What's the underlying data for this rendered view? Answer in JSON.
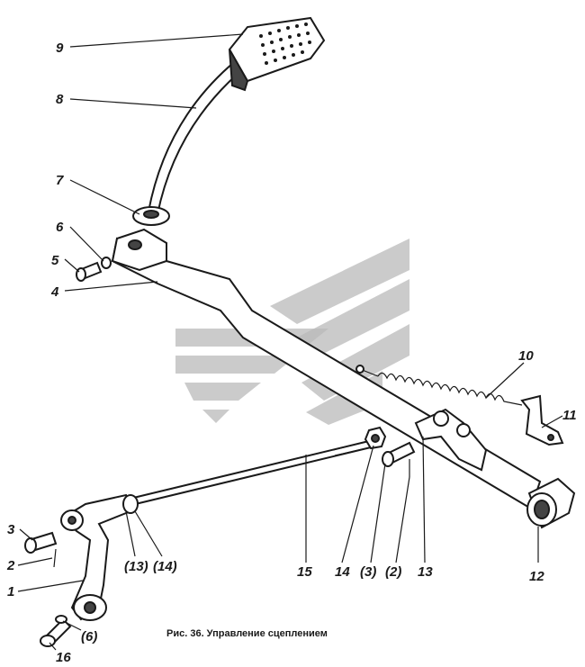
{
  "caption": "Рис. 36. Управление сцеплением",
  "labels": {
    "l1": "1",
    "l2": "2",
    "l3": "3",
    "l4": "4",
    "l5": "5",
    "l6": "6",
    "l7": "7",
    "l8": "8",
    "l9": "9",
    "l10": "10",
    "l11": "11",
    "l12": "12",
    "l13": "13",
    "l14": "14",
    "l15": "15",
    "l16": "16",
    "p13": "(13)",
    "p14": "(14)",
    "p3": "(3)",
    "p2": "(2)",
    "p6": "(6)"
  },
  "colors": {
    "ink": "#1a1a1a",
    "watermark": "#b9b9b9"
  }
}
